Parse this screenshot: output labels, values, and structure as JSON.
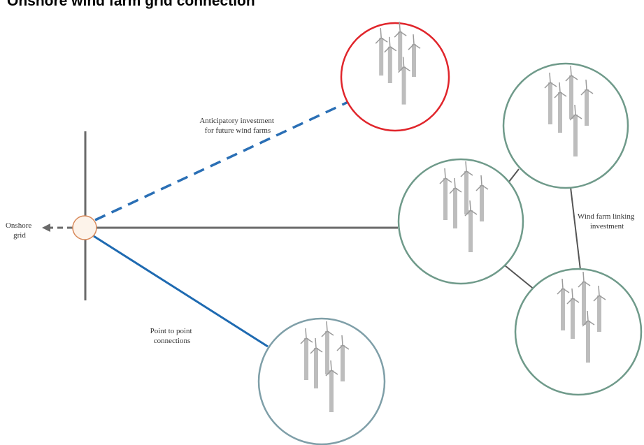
{
  "title": "Onshore wind farm grid connection",
  "labels": {
    "onshore_grid": [
      "Onshore",
      "grid"
    ],
    "anticipatory": [
      "Anticipatory investment",
      "for future wind farms"
    ],
    "linking": [
      "Wind farm linking",
      "investment"
    ],
    "point_to_point": [
      "Point to point",
      "connections"
    ]
  },
  "wind_farms": [
    {
      "id": "future",
      "status": "anticipatory"
    },
    {
      "id": "linked-top",
      "status": "linked"
    },
    {
      "id": "linked-middle",
      "status": "linked"
    },
    {
      "id": "linked-bottom",
      "status": "linked"
    },
    {
      "id": "point-to-point",
      "status": "connected"
    }
  ],
  "colors": {
    "future_circle": "#e0252b",
    "linked_circle": "#6f9a8a",
    "p2p_circle": "#7f9fa8",
    "anticipatory_line": "#2a6fb5",
    "p2p_line": "#1e6ab1",
    "grid_line": "#6a6a6a",
    "hub_fill": "#fdf3ea",
    "hub_stroke": "#d8895a",
    "turbine": "#bdbdbd"
  }
}
